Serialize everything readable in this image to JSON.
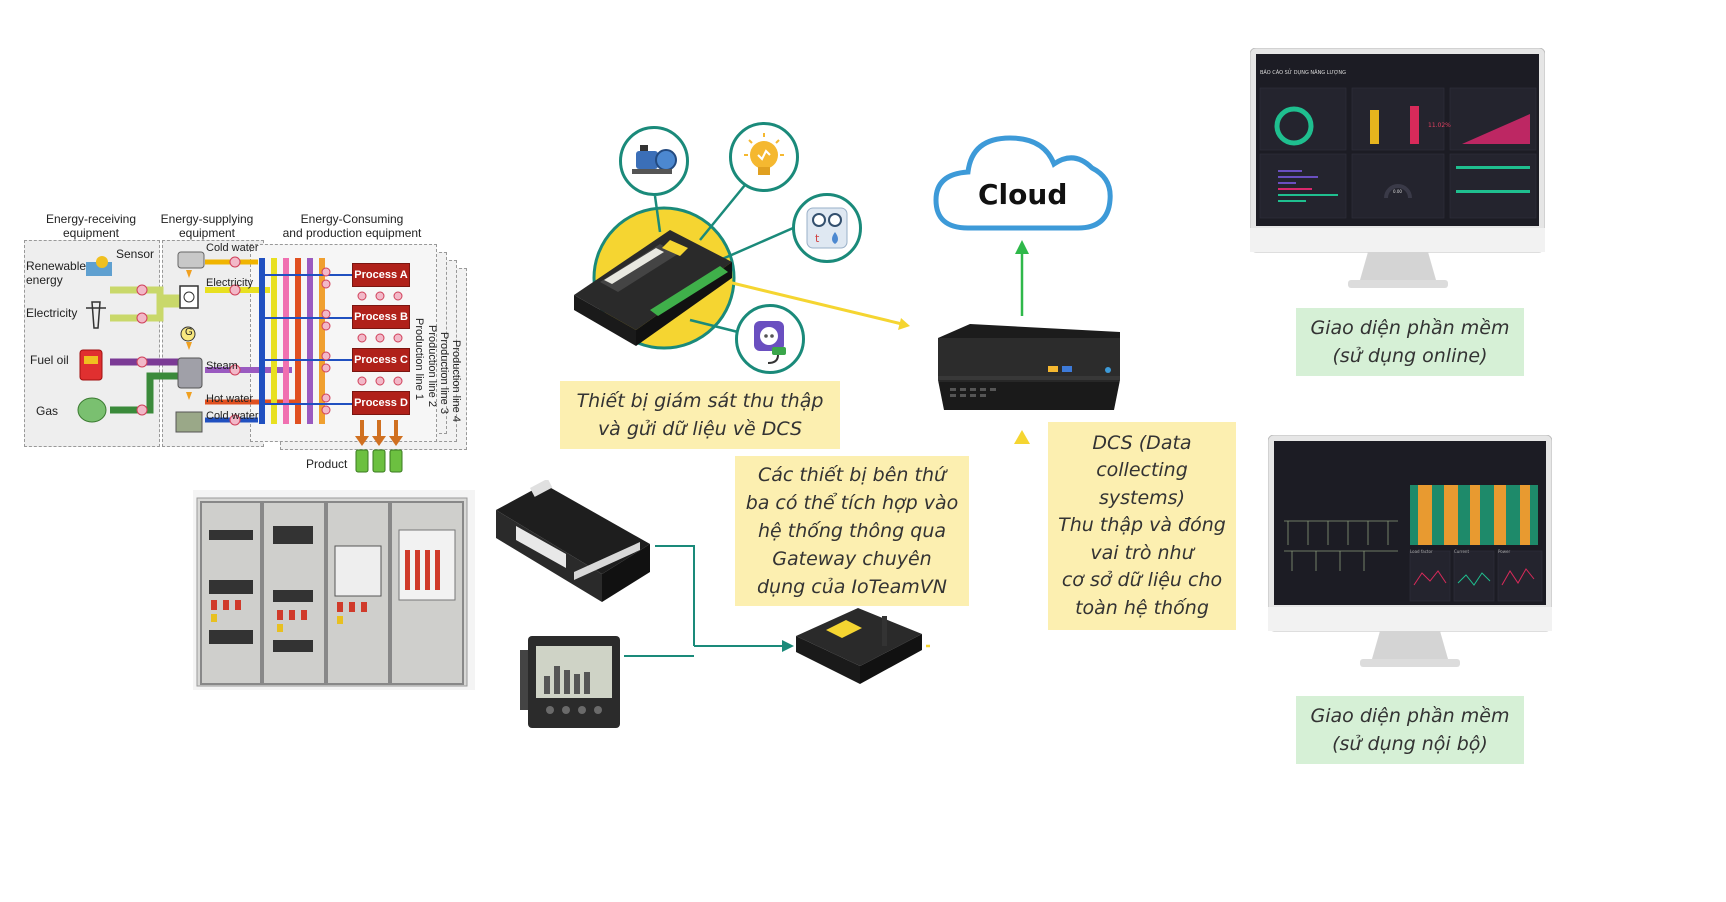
{
  "diagram": {
    "headers": {
      "receiving": "Energy-receiving\nequipment",
      "supplying": "Energy-supplying\nequipment",
      "consuming": "Energy-Consuming\nand production equipment"
    },
    "sources": {
      "sensor": "Sensor",
      "renewable": "Renewable\nenergy",
      "electricity": "Electricity",
      "fuel_oil": "Fuel oil",
      "gas": "Gas"
    },
    "supply": {
      "cold_water_top": "Cold water",
      "electricity": "Electricity",
      "generator": "G",
      "steam": "Steam",
      "hot_water": "Hot water",
      "cold_water_bottom": "Cold water"
    },
    "processes": [
      "Process A",
      "Process B",
      "Process C",
      "Process D"
    ],
    "production_lines": [
      "Production line 1",
      "Production line 2",
      "Production line 3",
      "Production line 4"
    ],
    "product": "Product"
  },
  "captions": {
    "monitoring": "Thiết bị giám sát thu thập\nvà gửi dữ liệu về DCS",
    "third_party": "Các thiết bị bên thứ\nba có thể tích hợp vào\nhệ thống thông qua\nGateway chuyên\ndụng của IoTeamVN",
    "dcs": "DCS (Data\ncollecting\nsystems)\nThu thập và đóng\nvai trò như\ncơ sở dữ liệu cho\ntoàn hệ thống",
    "online_ui": "Giao diện phần mềm\n(sử dụng online)",
    "internal_ui": "Giao diện phần mềm\n(sử dụng nội bộ)"
  },
  "cloud": {
    "label": "Cloud"
  },
  "screen_online": {
    "title": "BÁO CÁO SỬ DỤNG NĂNG LƯỢNG",
    "percent": "11.02%",
    "gauge_value": "0.00"
  },
  "screen_internal": {
    "panels": [
      "Load factor",
      "Current",
      "Power"
    ]
  },
  "colors": {
    "arrow_yellow": "#f5d531",
    "arrow_green": "#2fb84a",
    "arrow_teal": "#1a8a7a",
    "cloud_blue": "#3d9ad8",
    "caption_yellow": "#fcefb0",
    "caption_green": "#d6f0d6",
    "process_red": "#b0211a"
  },
  "icons": [
    "pump-icon",
    "light-bulb-icon",
    "temperature-humidity-icon",
    "power-plug-icon"
  ]
}
